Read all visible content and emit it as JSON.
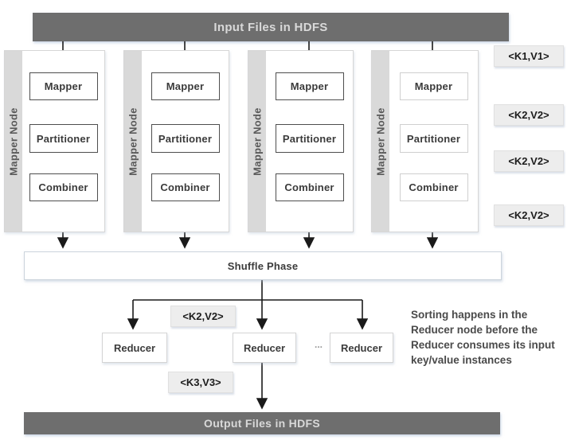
{
  "input_bar": {
    "label": "Input Files in HDFS"
  },
  "output_bar": {
    "label": "Output Files in HDFS"
  },
  "mapper_nodes": [
    {
      "strip_label": "Mapper Node",
      "boxes": [
        "Mapper",
        "Partitioner",
        "Combiner"
      ]
    },
    {
      "strip_label": "Mapper Node",
      "boxes": [
        "Mapper",
        "Partitioner",
        "Combiner"
      ]
    },
    {
      "strip_label": "Mapper Node",
      "boxes": [
        "Mapper",
        "Partitioner",
        "Combiner"
      ]
    },
    {
      "strip_label": "Mapper Node",
      "boxes": [
        "Mapper",
        "Partitioner",
        "Combiner"
      ]
    }
  ],
  "right_labels": [
    {
      "label": "<K1,V1>"
    },
    {
      "label": "<K2,V2>"
    },
    {
      "label": "<K2,V2>"
    },
    {
      "label": "<K2,V2>"
    }
  ],
  "shuffle_bar": {
    "label": "Shuffle Phase"
  },
  "shuffle_output_label": "<K2,V2>",
  "reducers": [
    {
      "label": "Reducer"
    },
    {
      "label": "Reducer"
    },
    {
      "label": "Reducer"
    }
  ],
  "reducer_ellipsis": "...",
  "reducer_output_label": "<K3,V3>",
  "note": "Sorting happens in the\nReducer node before the\nReducer consumes its input\nkey/value instances",
  "colors": {
    "bar_bg": "#6e6e6e",
    "bar_text": "#d9d9d9",
    "node_strip": "#d9d9d9",
    "kv_bg": "#ededed",
    "arrow": "#1a1a1a"
  }
}
